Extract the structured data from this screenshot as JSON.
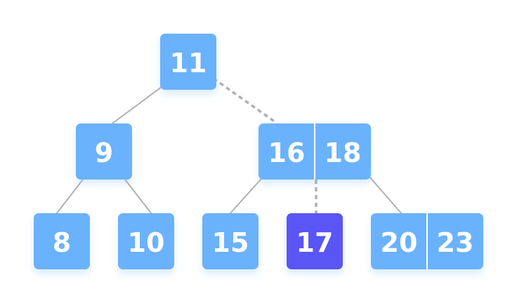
{
  "tree": {
    "colors": {
      "node": "#6ab2fc",
      "highlight": "#5a55f5",
      "edge": "#b0b0b0",
      "divider": "#ffffff",
      "text": "#ffffff"
    },
    "nodes": [
      {
        "id": "n11",
        "keys": [
          "11"
        ],
        "highlight": false
      },
      {
        "id": "n9",
        "keys": [
          "9"
        ],
        "highlight": false
      },
      {
        "id": "n16-18",
        "keys": [
          "16",
          "18"
        ],
        "highlight": false
      },
      {
        "id": "n8",
        "keys": [
          "8"
        ],
        "highlight": false
      },
      {
        "id": "n10",
        "keys": [
          "10"
        ],
        "highlight": false
      },
      {
        "id": "n15",
        "keys": [
          "15"
        ],
        "highlight": false
      },
      {
        "id": "n17",
        "keys": [
          "17"
        ],
        "highlight": true
      },
      {
        "id": "n20-23",
        "keys": [
          "20",
          "23"
        ],
        "highlight": false
      }
    ],
    "edges": [
      {
        "from": "n11",
        "to": "n9",
        "style": "solid"
      },
      {
        "from": "n11",
        "to": "n16-18",
        "style": "dashed"
      },
      {
        "from": "n9",
        "to": "n8",
        "style": "solid"
      },
      {
        "from": "n9",
        "to": "n10",
        "style": "solid"
      },
      {
        "from": "n16-18",
        "to": "n15",
        "style": "solid"
      },
      {
        "from": "n16-18",
        "to": "n17",
        "style": "dashed"
      },
      {
        "from": "n16-18",
        "to": "n20-23",
        "style": "solid"
      }
    ]
  }
}
